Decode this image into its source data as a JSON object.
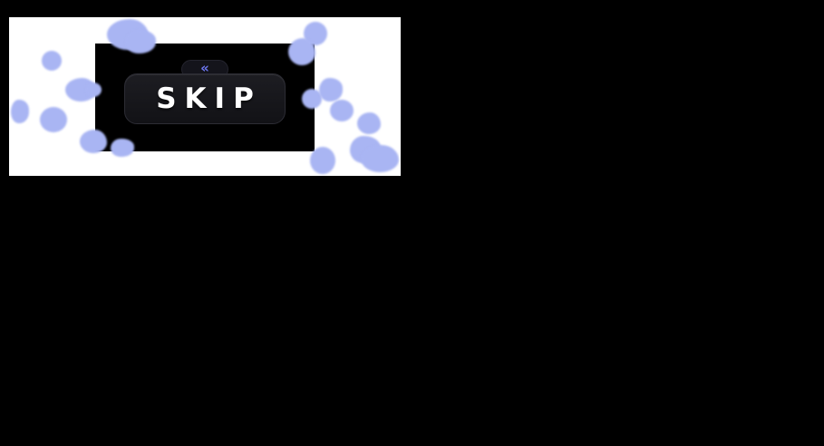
{
  "screen": {
    "background_color": "#000000"
  },
  "ad_panel": {
    "background_color": "#ffffff"
  },
  "overlay": {
    "panel_color": "#000000",
    "skip_label": "SKIP",
    "skip_button_color": "#17171b",
    "skip_text_color": "#ffffff",
    "collapse_icon": "«",
    "collapse_icon_color": "#6d76ee",
    "collapse_pill_color": "#14141b"
  },
  "annotations": {
    "blob_color": "#a9b5f3",
    "description": "hand-drawn paint blobs scattered over the ad panel",
    "count": 16
  }
}
